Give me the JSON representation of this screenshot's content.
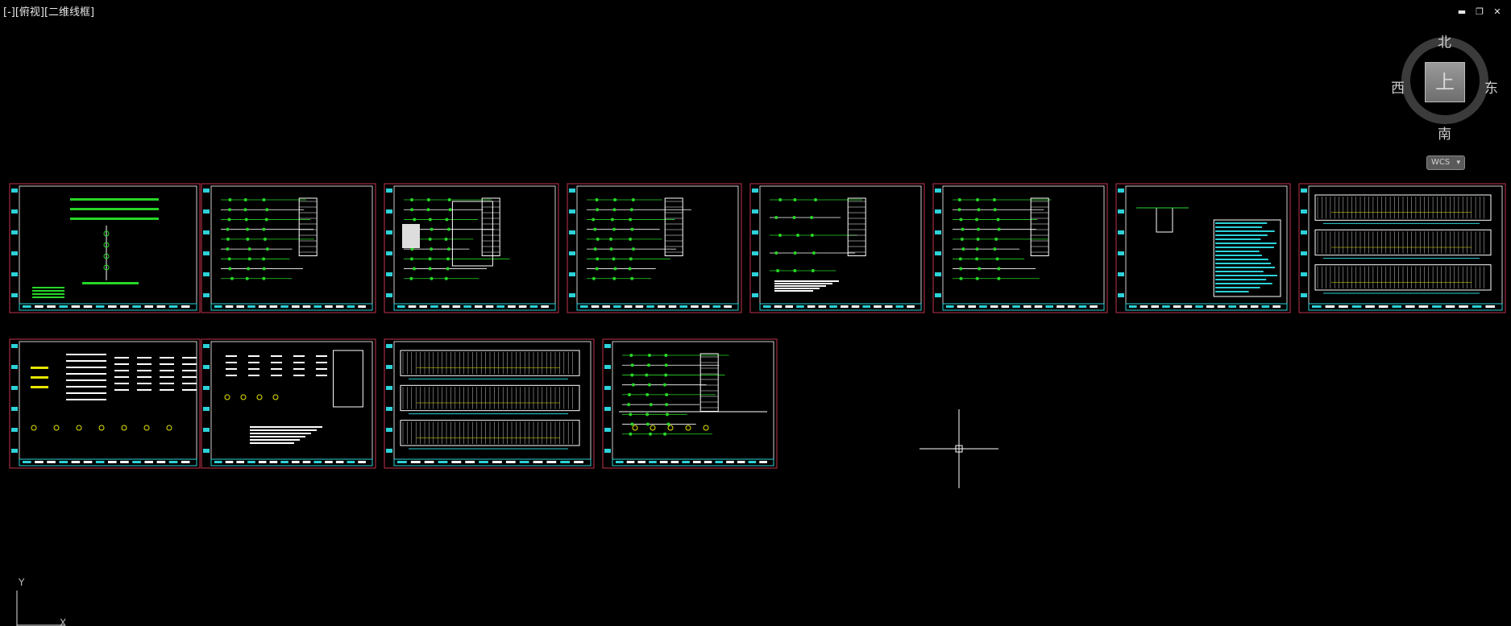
{
  "viewport": {
    "label": "[-][俯视][二维线框]"
  },
  "window_controls": {
    "minimize": "▬",
    "restore": "❐",
    "close": "✕"
  },
  "viewcube": {
    "face": "上",
    "north": "北",
    "south": "南",
    "east": "东",
    "west": "西"
  },
  "wcs": {
    "label": "WCS",
    "chevron": "▾"
  },
  "ucs": {
    "y_label": "Y",
    "x_label": "X"
  },
  "colors": {
    "background": "#000000",
    "frame": "#c0334b",
    "titleblock": "#2cd2d8",
    "circuit": "#27d627",
    "lines": "#ffffff",
    "accent_yellow": "#e6e600"
  },
  "icons": {
    "crosshair": "crosshair-cursor-icon",
    "ucs": "ucs-axis-icon"
  }
}
